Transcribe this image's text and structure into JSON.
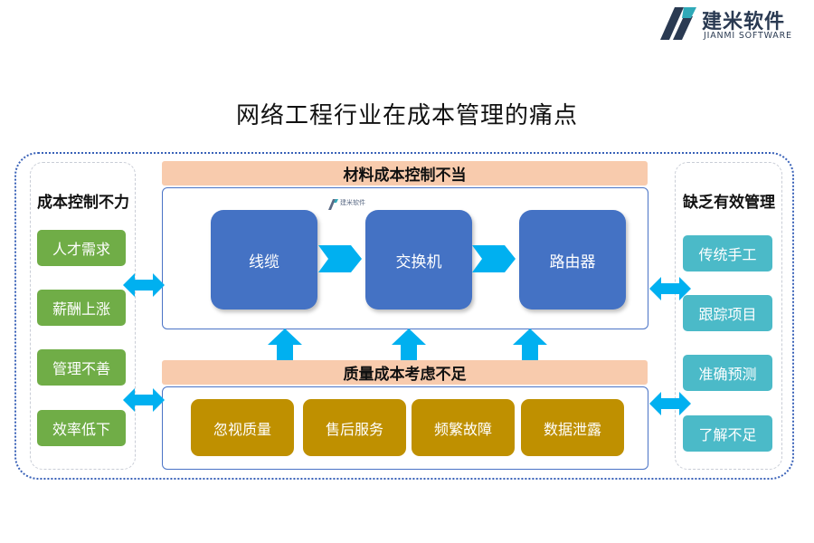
{
  "brand": {
    "name": "建米软件",
    "sub": "JIANMI SOFTWARE",
    "watermark_name": "建米软件"
  },
  "title": "网络工程行业在成本管理的痛点",
  "left_panel": {
    "title": "成本控制不力",
    "items": [
      "人才需求",
      "薪酬上涨",
      "管理不善",
      "效率低下"
    ]
  },
  "right_panel": {
    "title": "缺乏有效管理",
    "items": [
      "传统手工",
      "跟踪项目",
      "准确预测",
      "了解不足"
    ]
  },
  "material_section": {
    "title": "材料成本控制不当",
    "items": [
      "线缆",
      "交换机",
      "路由器"
    ]
  },
  "quality_section": {
    "title": "质量成本考虑不足",
    "items": [
      "忽视质量",
      "售后服务",
      "频繁故障",
      "数据泄露"
    ]
  },
  "colors": {
    "outer_border": "#3a62b8",
    "band": "#f8cbad",
    "blue_box": "#4472c4",
    "gold_box": "#bf9000",
    "green_item": "#70ad47",
    "teal_item": "#4bbac8",
    "arrow": "#00b0f0"
  }
}
